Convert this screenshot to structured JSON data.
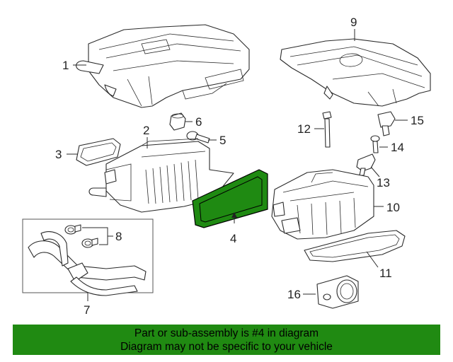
{
  "callouts": {
    "c1": "1",
    "c2": "2",
    "c3": "3",
    "c4": "4",
    "c5": "5",
    "c6": "6",
    "c7": "7",
    "c8": "8",
    "c9": "9",
    "c10": "10",
    "c11": "11",
    "c12": "12",
    "c13": "13",
    "c14": "14",
    "c15": "15",
    "c16": "16"
  },
  "highlighted_part": "4",
  "colors": {
    "highlight": "#1f8a12",
    "banner": "#208a12"
  },
  "banner": {
    "line1": "Part or sub-assembly is #4 in diagram",
    "line2": "Diagram may not be specific to your vehicle"
  }
}
